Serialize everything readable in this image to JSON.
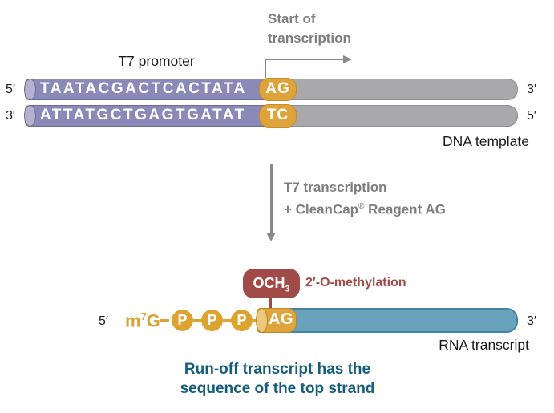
{
  "colors": {
    "promoter_purple": "#8A89B8",
    "initiation_gold": "#DFA33B",
    "dna_gray": "#A9A9AC",
    "rna_teal": "#68A2BB",
    "methylation_maroon": "#A14B49",
    "annotation_gray": "#7E7E7E",
    "footer_teal": "#155D7C"
  },
  "annotations": {
    "start_of_transcription": {
      "line1": "Start of",
      "line2": "transcription"
    },
    "t7_promoter": "T7 promoter",
    "dna_template": "DNA template",
    "reaction": {
      "line1": "T7 transcription",
      "line2_prefix": "+ CleanCap",
      "line2_reg": "®",
      "line2_suffix": " Reagent AG"
    },
    "methylation": "2′-O-methylation",
    "rna_transcript": "RNA transcript",
    "footer": {
      "line1": "Run-off transcript has the",
      "line2": "sequence of the top strand"
    }
  },
  "dna": {
    "top_strand": {
      "left_end": "5′",
      "promoter_seq": "TAATACGACTCACTATA",
      "init_seq": "AG",
      "right_end": "3′"
    },
    "bottom_strand": {
      "left_end": "3′",
      "promoter_seq": "ATTATGCTGAGTGATAT",
      "init_seq": "TC",
      "right_end": "5′"
    }
  },
  "rna": {
    "left_end": "5′",
    "cap": {
      "base": "m",
      "sup": "7",
      "g": "G"
    },
    "phosphates": [
      "P",
      "P",
      "P"
    ],
    "init_seq": "AG",
    "right_end": "3′",
    "methyl_group": {
      "main": "OCH",
      "sub": "3"
    }
  }
}
